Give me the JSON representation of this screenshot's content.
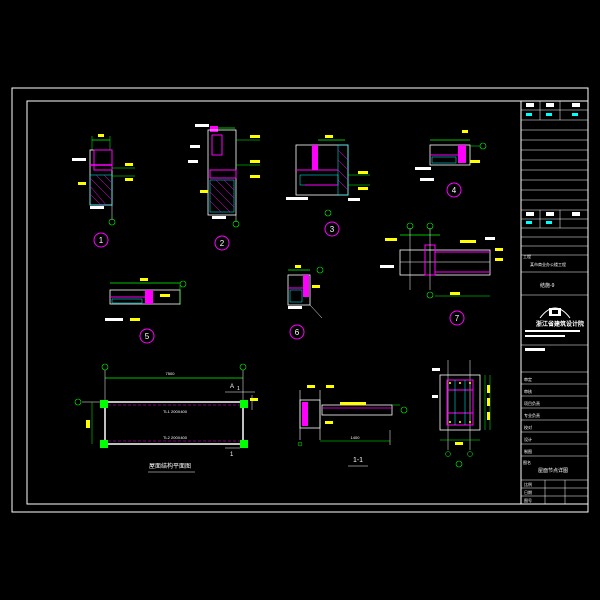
{
  "drawing": {
    "background": "#000000",
    "colors": {
      "frame": "#ffffff",
      "line": "#ffffff",
      "dim": "#00ff00",
      "dim_text": "#ffff00",
      "section": "#ff00ff",
      "cyan": "#00ffff",
      "callout": "#ff00ff"
    },
    "detail_markers": [
      {
        "id": "1",
        "label": "1"
      },
      {
        "id": "2",
        "label": "2"
      },
      {
        "id": "3",
        "label": "3"
      },
      {
        "id": "4",
        "label": "4"
      },
      {
        "id": "5",
        "label": "5"
      },
      {
        "id": "6",
        "label": "6"
      },
      {
        "id": "7",
        "label": "7"
      }
    ],
    "plan_title": "屋面结构平面图",
    "plan_axis_a": "A",
    "plan_axis_1": "1",
    "plan_axis_b": "1",
    "plan_dim_top": "7500",
    "plan_beam_top": "TL1 200X400",
    "plan_beam_bottom": "TL2 200X400",
    "section_title": "1-1",
    "section_dim": "1400",
    "title_block": {
      "company": "浙江省建筑设计院",
      "project": "某市商业办公楼工程",
      "drawing_name": "屋面节点详图",
      "drawing_no": "结施-9",
      "rows": [
        "审定",
        "审核",
        "项目负责",
        "专业负责",
        "校对",
        "设计",
        "制图"
      ],
      "bottom_rows": [
        "比例",
        "日期",
        "图号"
      ]
    }
  }
}
